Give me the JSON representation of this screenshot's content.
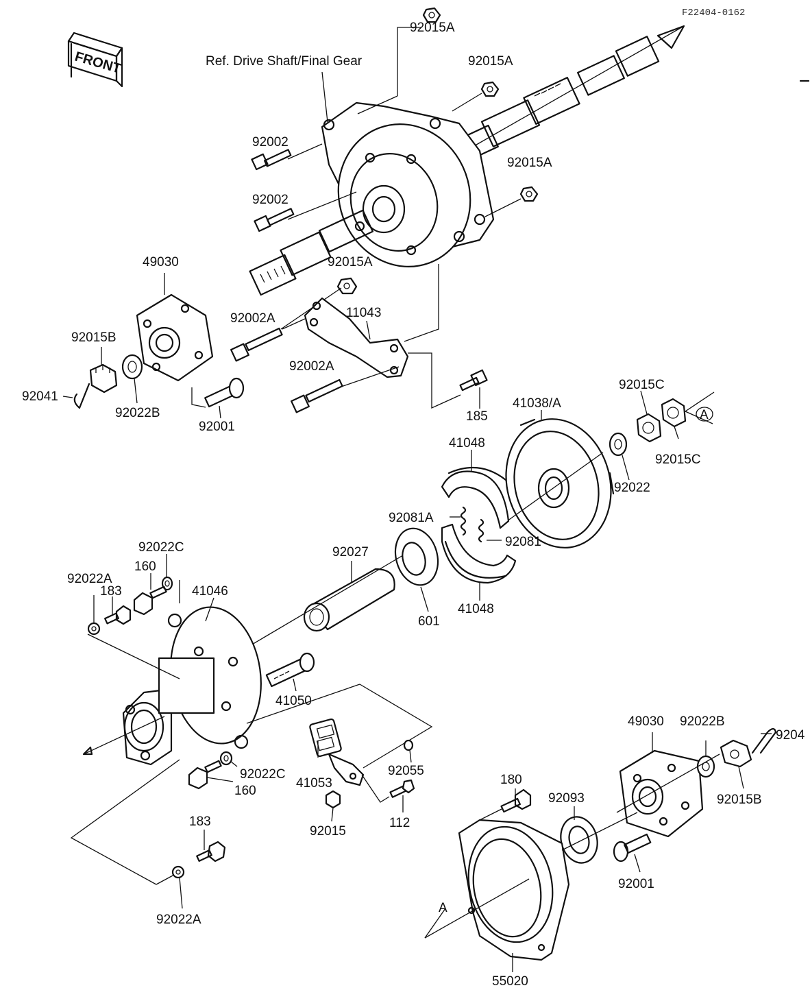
{
  "ref_code": "F22404-0162",
  "front_label": "FRONT",
  "labels": {
    "ref_drive_shaft": "Ref. Drive Shaft/Final Gear",
    "p92015A_1": "92015A",
    "p92015A_2": "92015A",
    "p92015A_3": "92015A",
    "p92015A_4": "92015A",
    "p92002_1": "92002",
    "p92002_2": "92002",
    "p49030_1": "49030",
    "p92015B_1": "92015B",
    "p92041": "92041",
    "p92022B_1": "92022B",
    "p92001_1": "92001",
    "p92002A_1": "92002A",
    "p11043": "11043",
    "p92002A_2": "92002A",
    "p185": "185",
    "p41038A": "41038/A",
    "p92015C_1": "92015C",
    "p92015C_2": "92015C",
    "pA_1": "A",
    "p41048_1": "41048",
    "p92022": "92022",
    "p92081A": "92081A",
    "p92081": "92081",
    "p92022C_1": "92022C",
    "p92027": "92027",
    "p92022A_1": "92022A",
    "p160_1": "160",
    "p183_1": "183",
    "p41046": "41046",
    "p601": "601",
    "p41048_2": "41048",
    "p41050": "41050",
    "p49030_2": "49030",
    "p92022B_2": "92022B",
    "p9204": "9204",
    "p92055": "92055",
    "p92022C_2": "92022C",
    "p41053": "41053",
    "p160_2": "160",
    "p92015B_2": "92015B",
    "p180": "180",
    "p92093": "92093",
    "p92015": "92015",
    "p112": "112",
    "p183_2": "183",
    "p92001_2": "92001",
    "pA_2": "A",
    "p92022A_2": "92022A",
    "p55020": "55020"
  }
}
